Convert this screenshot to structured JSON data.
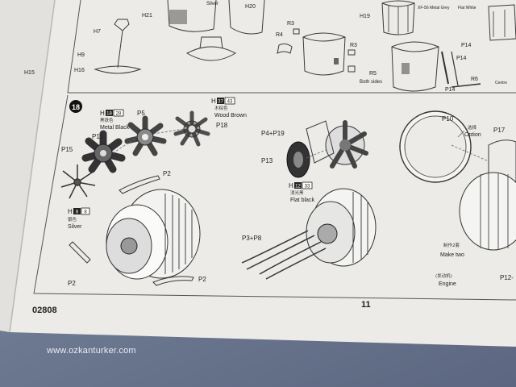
{
  "page": {
    "code": "02808",
    "number": "11",
    "watermark": "www.ozkanturker.com"
  },
  "top_section": {
    "labels": [
      "H21",
      "H20",
      "H7",
      "H9",
      "H16",
      "H15",
      "Silver",
      "R3",
      "R4",
      "R3",
      "R5",
      "Both sides",
      "H19",
      "P14",
      "P14",
      "R6",
      "P14"
    ],
    "corner_tags": [
      "XF-56 Metal Grey",
      "Flat White",
      "Centre"
    ]
  },
  "step": {
    "number": "18",
    "paint_callouts": [
      {
        "code_h": "H",
        "code_a": "18",
        "code_b": "28",
        "cn": "黑铁色",
        "en": "Metal Black"
      },
      {
        "code_h": "H",
        "code_a": "37",
        "code_b": "43",
        "cn": "木棕色",
        "en": "Wood Brown"
      },
      {
        "code_h": "H",
        "code_a": "8",
        "code_b": "8",
        "cn": "银色",
        "en": "Silver"
      },
      {
        "code_h": "H",
        "code_a": "12",
        "code_b": "33",
        "cn": "消光黑",
        "en": "Flat black"
      }
    ],
    "part_labels": {
      "p5": "P5",
      "p11": "P11",
      "p18": "P18",
      "p15": "P15",
      "p2a": "P2",
      "p2b": "P2",
      "p2c": "P2",
      "p4p19": "P4+P19",
      "p13": "P13",
      "p3p8": "P3+P8",
      "p10": "P10",
      "p17": "P17",
      "p12": "P12-"
    },
    "option": {
      "cn": "选择",
      "en": "Option"
    },
    "make_two": {
      "cn": "制作2套",
      "en": "Make two"
    },
    "engine": {
      "cn": "(发动机)",
      "en": "Engine"
    }
  }
}
